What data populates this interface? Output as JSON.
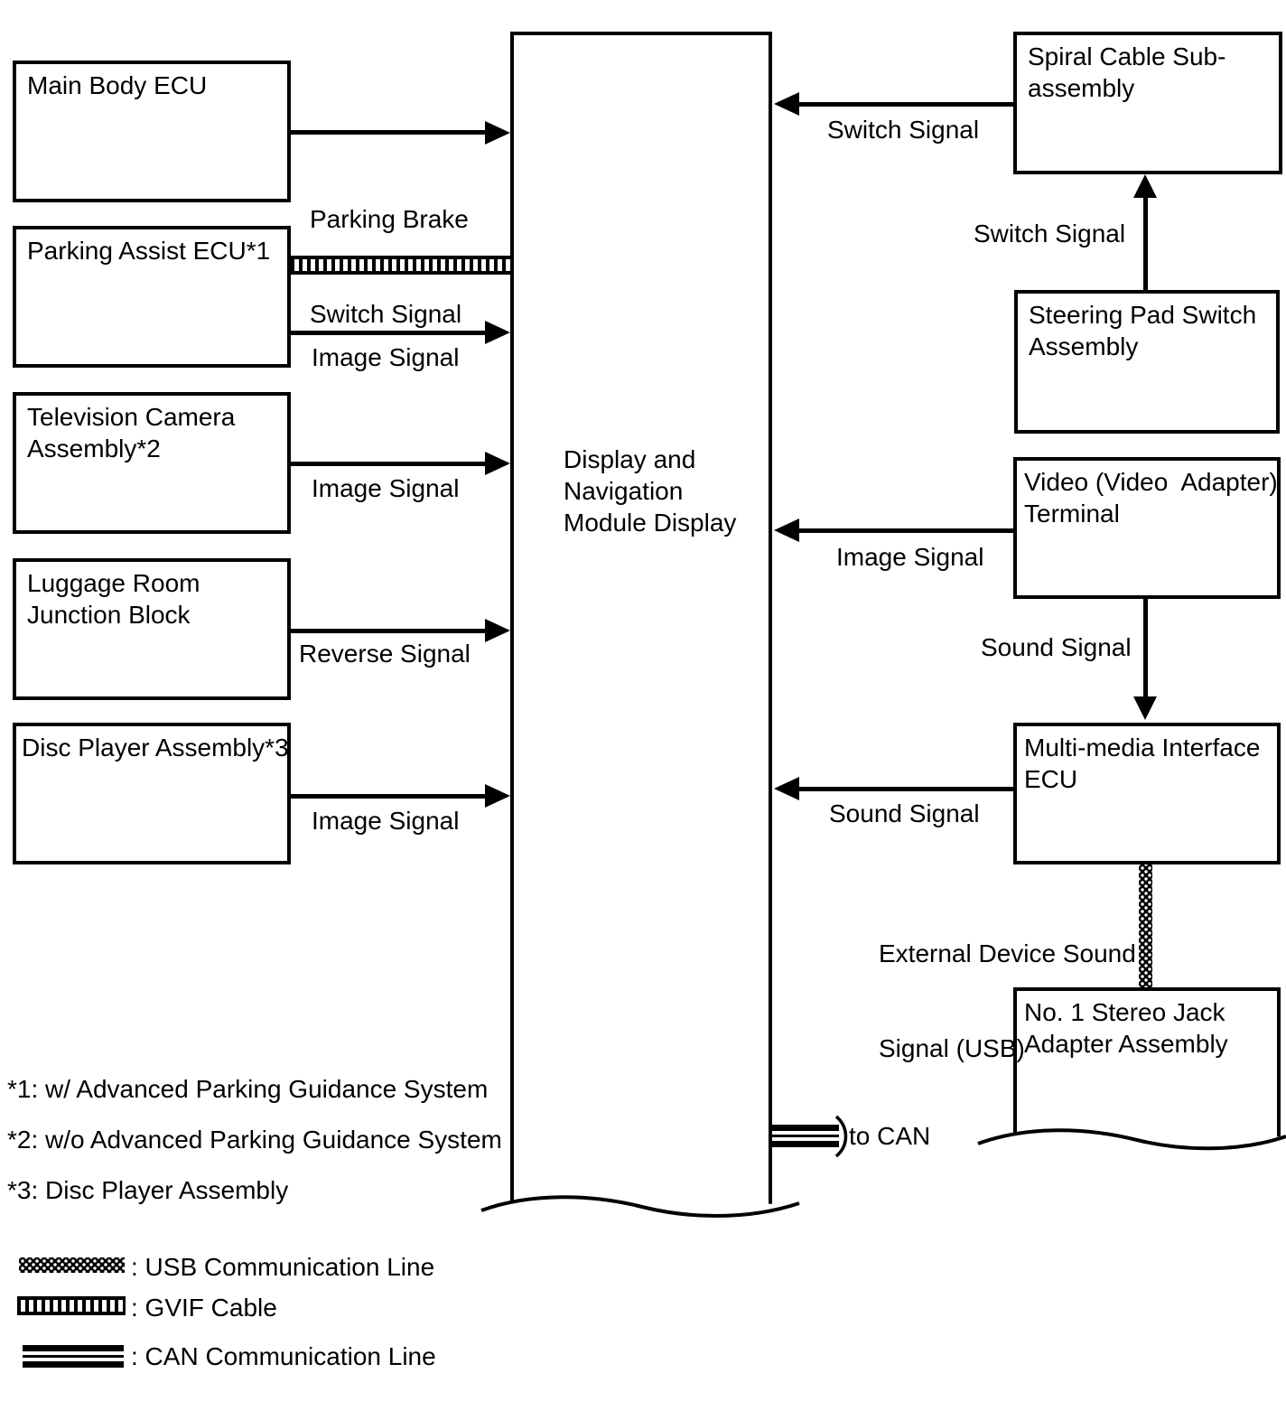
{
  "boxes": {
    "main_body_ecu": {
      "lines": [
        "Main Body ECU"
      ]
    },
    "parking_assist": {
      "lines": [
        "Parking Assist ECU*1"
      ]
    },
    "tv_camera": {
      "lines": [
        "Television Camera",
        "Assembly*2"
      ]
    },
    "luggage_room": {
      "lines": [
        "Luggage Room",
        "Junction Block"
      ]
    },
    "disc_player": {
      "lines": [
        "Disc Player Assembly*3"
      ]
    },
    "display_nav": {
      "lines": [
        "Display and",
        "Navigation",
        "Module Display"
      ]
    },
    "spiral_cable": {
      "lines": [
        "Spiral Cable Sub-",
        "assembly"
      ]
    },
    "steering_pad": {
      "lines": [
        "Steering Pad Switch",
        "Assembly"
      ]
    },
    "video_terminal": {
      "lines": [
        "Video (Video  Adapter)",
        "Terminal"
      ]
    },
    "multimedia_ecu": {
      "lines": [
        "Multi-media Interface",
        "ECU"
      ]
    },
    "stereo_jack": {
      "lines": [
        "No. 1 Stereo Jack",
        "Adapter Assembly"
      ]
    }
  },
  "signals": {
    "parking_brake_1": "Parking Brake",
    "parking_brake_2": "Switch Signal",
    "image_parking_assist": "Image Signal",
    "image_tv_camera": "Image Signal",
    "reverse": "Reverse Signal",
    "image_disc": "Image Signal",
    "switch_spiral": "Switch Signal",
    "switch_steering": "Switch Signal",
    "image_video": "Image Signal",
    "sound_video": "Sound Signal",
    "sound_multimedia": "Sound Signal",
    "external_usb_1": "External Device Sound",
    "external_usb_2": "Signal (USB)",
    "to_can": "to CAN"
  },
  "footnotes": [
    "*1: w/ Advanced Parking Guidance System",
    "*2: w/o Advanced Parking Guidance System",
    "*3: Disc Player Assembly"
  ],
  "legend": [
    {
      "label": ": USB Communication Line"
    },
    {
      "label": ": GVIF Cable"
    },
    {
      "label": ": CAN Communication Line"
    }
  ],
  "colors": {
    "line": "#000000",
    "background": "#ffffff"
  }
}
